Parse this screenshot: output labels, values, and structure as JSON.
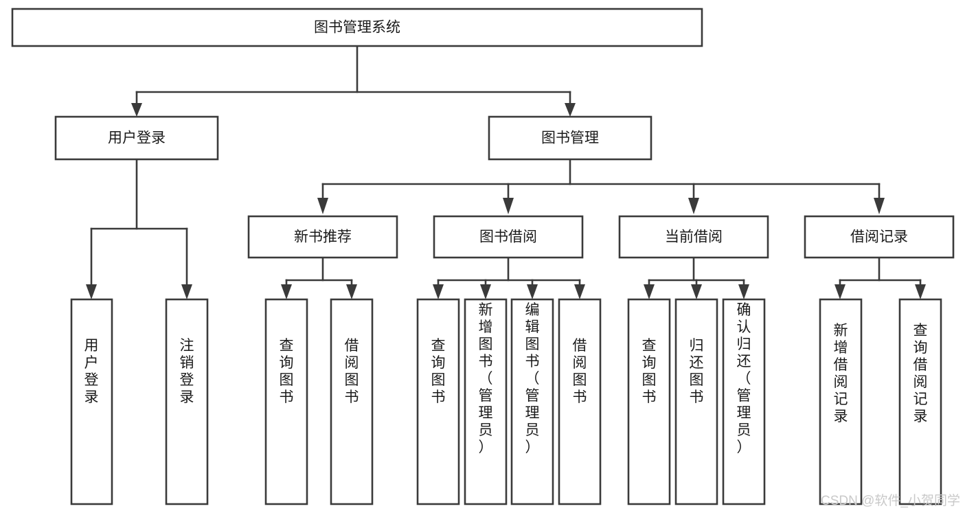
{
  "diagram": {
    "title": "图书管理系统",
    "type": "hierarchy-tree",
    "colors": {
      "box_stroke": "#3a3a3a",
      "box_fill": "#ffffff",
      "connector": "#3a3a3a",
      "text": "#1a1a1a",
      "watermark": "#c9c9c9",
      "background": "#ffffff"
    },
    "levels": {
      "root": {
        "label": "图书管理系统"
      },
      "level2": [
        {
          "label": "用户登录"
        },
        {
          "label": "图书管理"
        }
      ],
      "level3": [
        {
          "label": "新书推荐"
        },
        {
          "label": "图书借阅"
        },
        {
          "label": "当前借阅"
        },
        {
          "label": "借阅记录"
        }
      ],
      "level4": [
        {
          "label": "用户登录",
          "parent": "用户登录"
        },
        {
          "label": "注销登录",
          "parent": "用户登录"
        },
        {
          "label": "查询图书",
          "parent": "新书推荐"
        },
        {
          "label": "借阅图书",
          "parent": "新书推荐"
        },
        {
          "label": "查询图书",
          "parent": "图书借阅"
        },
        {
          "label": "新增图书（管理员）",
          "parent": "图书借阅"
        },
        {
          "label": "编辑图书（管理员）",
          "parent": "图书借阅"
        },
        {
          "label": "借阅图书",
          "parent": "图书借阅"
        },
        {
          "label": "查询图书",
          "parent": "当前借阅"
        },
        {
          "label": "归还图书",
          "parent": "当前借阅"
        },
        {
          "label": "确认归还（管理员）",
          "parent": "当前借阅"
        },
        {
          "label": "新增借阅记录",
          "parent": "借阅记录"
        },
        {
          "label": "查询借阅记录",
          "parent": "借阅记录"
        }
      ]
    }
  },
  "watermark": {
    "text": "CSDN @软件_小贺同学"
  }
}
